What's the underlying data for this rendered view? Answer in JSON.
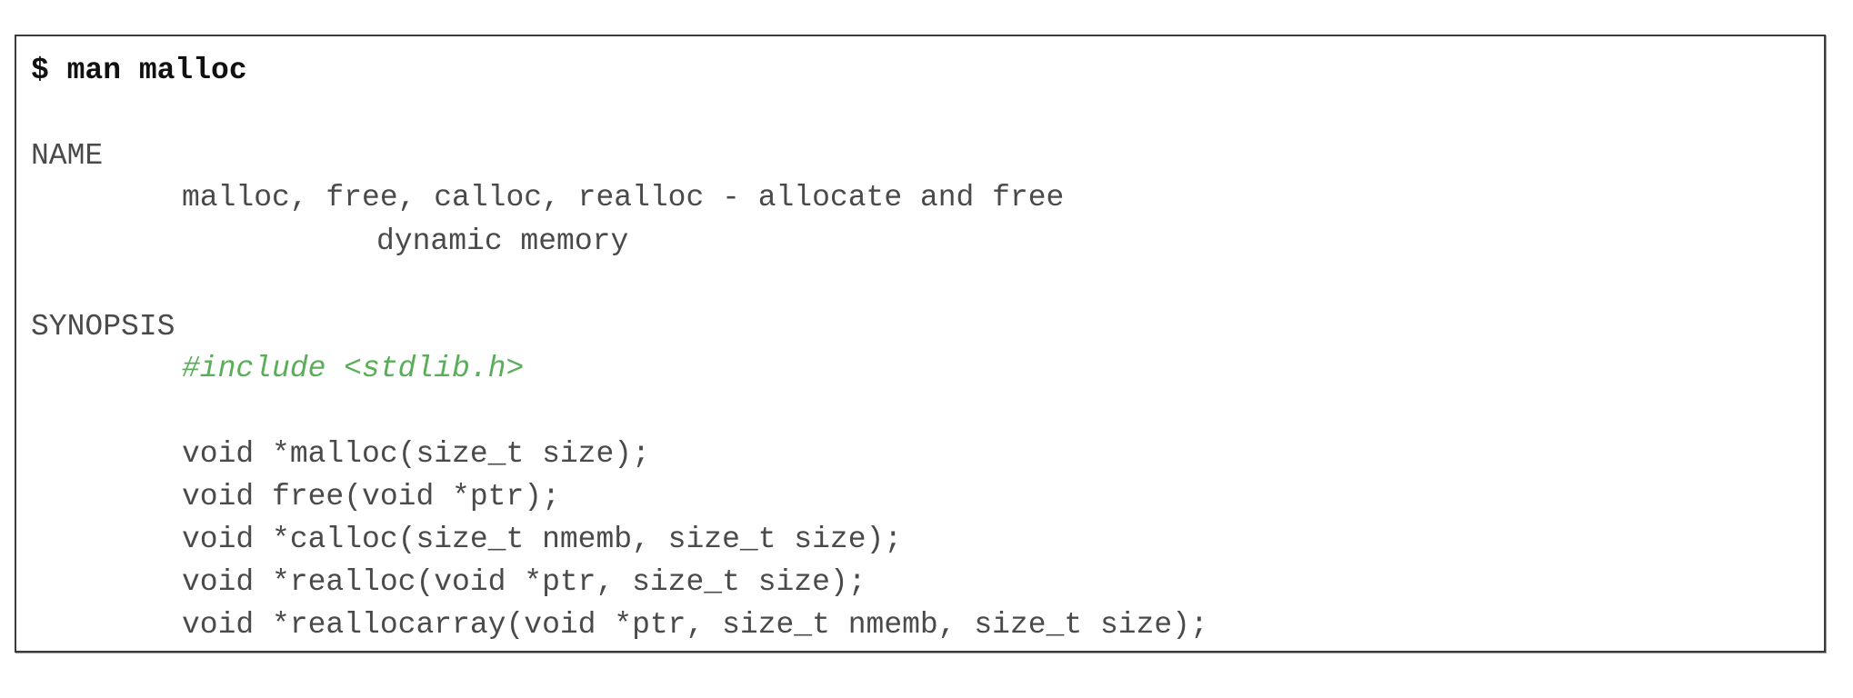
{
  "prompt": {
    "command": "$ man malloc"
  },
  "sections": {
    "name_heading": "NAME",
    "name_line1": "malloc, free, calloc, realloc - allocate and free",
    "name_line2": "dynamic memory",
    "synopsis_heading": "SYNOPSIS",
    "include_line": "#include <stdlib.h>",
    "prototypes": [
      "void *malloc(size_t size);",
      "void free(void *ptr);",
      "void *calloc(size_t nmemb, size_t size);",
      "void *realloc(void *ptr, size_t size);",
      "void *reallocarray(void *ptr, size_t nmemb, size_t size);"
    ]
  },
  "colors": {
    "border": "#3a3a3a",
    "text": "#4a4a4a",
    "command": "#111111",
    "include": "#5aae5a"
  }
}
